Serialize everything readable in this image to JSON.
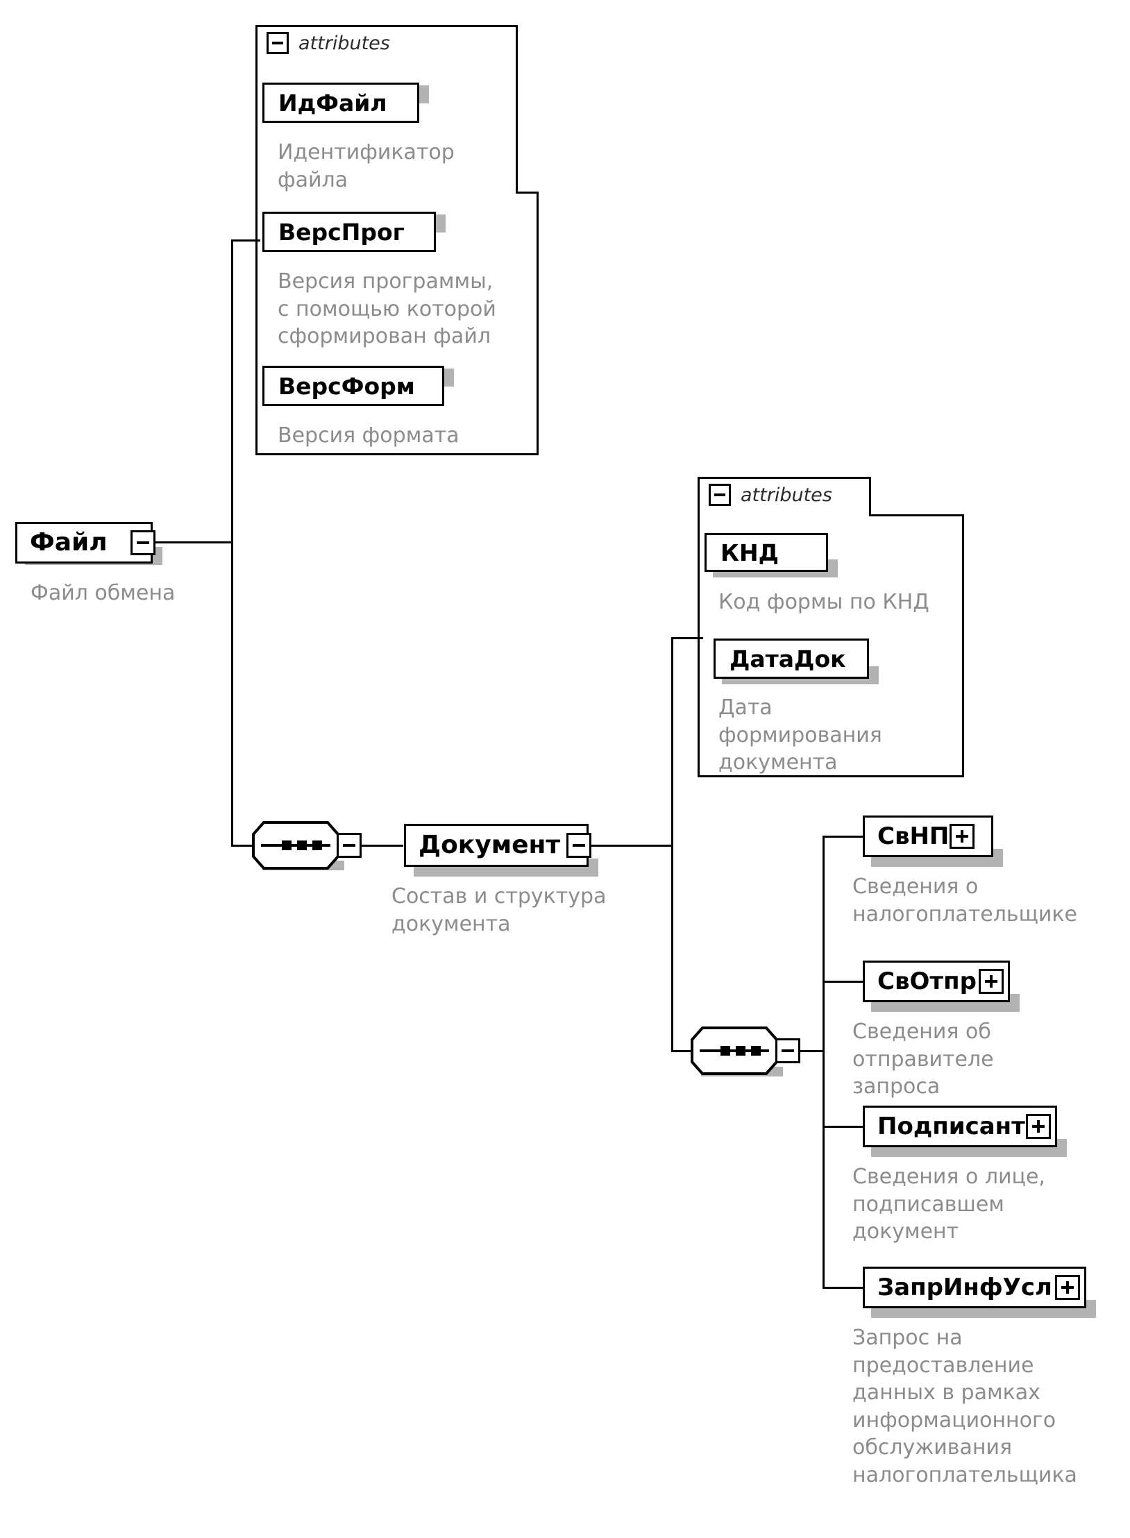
{
  "diagram": {
    "type": "xsd-schema-tree",
    "title": "Файл",
    "attributes_group_label": "attributes",
    "colors": {
      "line": "#000000",
      "box_border": "#000000",
      "box_fill": "#ffffff",
      "shadow": "#b3b3b3",
      "annotation_text": "#8c8c8c",
      "label_text": "#000000",
      "background": "#ffffff"
    }
  },
  "root": {
    "name": "Файл",
    "description": "Файл обмена",
    "expander": "minus-icon"
  },
  "file_attributes": {
    "group_label": "attributes",
    "expander": "minus-icon",
    "items": [
      {
        "name": "ИдФайл",
        "description": "Идентификатор\nфайла"
      },
      {
        "name": "ВерсПрог",
        "description": "Версия программы,\nс помощью которой\nсформирован файл"
      },
      {
        "name": "ВерсФорм",
        "description": "Версия формата"
      }
    ]
  },
  "document": {
    "name": "Документ",
    "description": "Состав и структура\nдокумента",
    "expander": "minus-icon",
    "sequence_expander": "minus-icon"
  },
  "document_attributes": {
    "group_label": "attributes",
    "expander": "minus-icon",
    "items": [
      {
        "name": "КНД",
        "description": "Код формы по КНД"
      },
      {
        "name": "ДатаДок",
        "description": "Дата\nформирования\nдокумента"
      }
    ]
  },
  "document_children": {
    "sequence_expander": "minus-icon",
    "items": [
      {
        "name": "СвНП",
        "expander": "plus-icon",
        "description": "Сведения о\nналогоплательщике"
      },
      {
        "name": "СвОтпр",
        "expander": "plus-icon",
        "description": "Сведения об\nотправителе\nзапроса"
      },
      {
        "name": "Подписант",
        "expander": "plus-icon",
        "description": "Сведения о лице,\nподписавшем\nдокумент"
      },
      {
        "name": "ЗапрИнфУсл",
        "expander": "plus-icon",
        "description": "Запрос на\nпредоставление\nданных в рамках\nинформационного\nобслуживания\nналогоплательщика"
      }
    ]
  }
}
